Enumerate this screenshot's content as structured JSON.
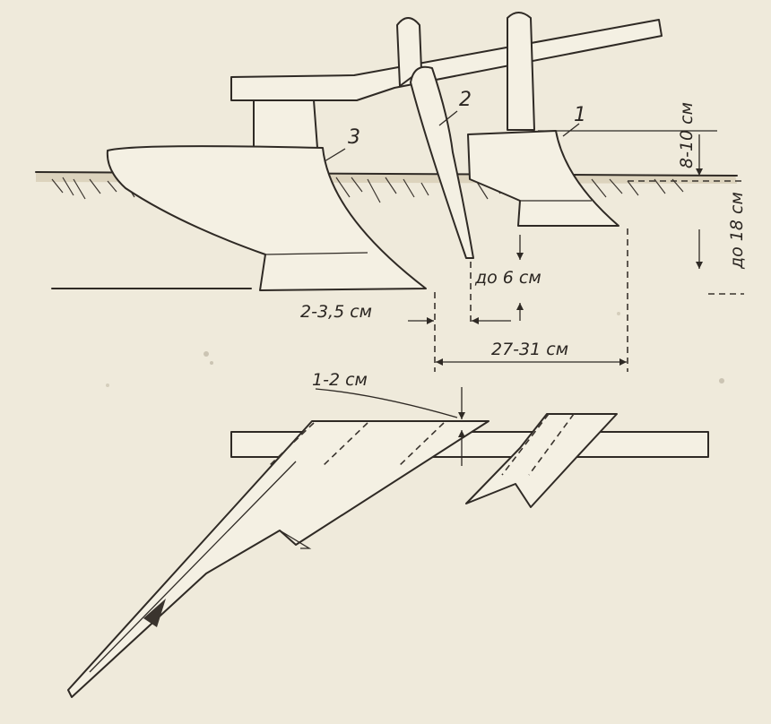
{
  "side_view": {
    "body_labels": [
      "1",
      "2",
      "3"
    ],
    "dim_depth_top": "8-10 см",
    "dim_depth_main": "до 18 см",
    "dim_knife": "до 6 см",
    "dim_offset": "2-3,5 см",
    "dim_width": "27-31 см"
  },
  "plan_view": {
    "dim_overlap": "1-2 см"
  }
}
